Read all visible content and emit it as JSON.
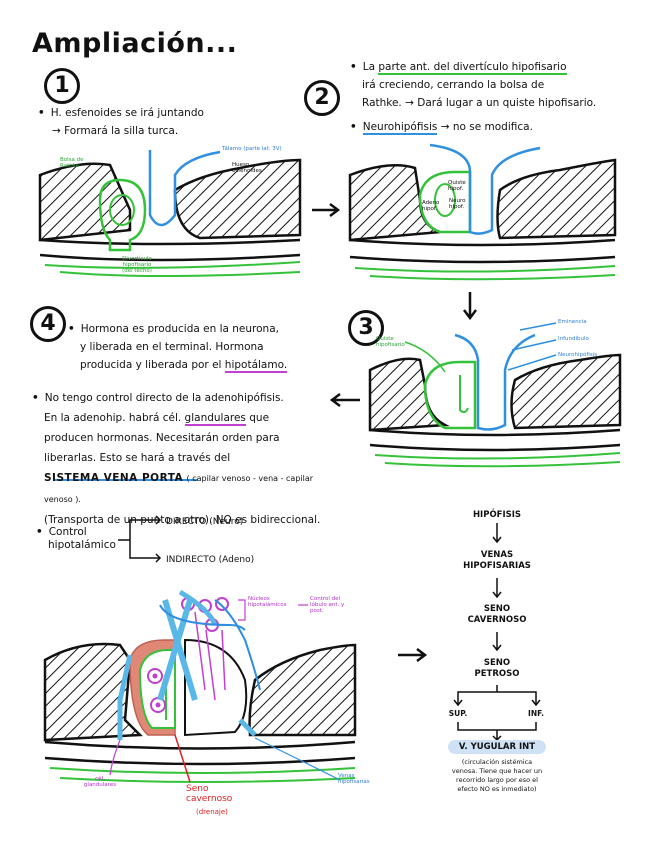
{
  "title": "Ampliación...",
  "step1": {
    "number": "1",
    "line1": "H. esfenoides se irá juntando",
    "line2": "→ Formará la silla turca.",
    "labels": {
      "tallo": "Tálamo (parte lat. 3V)",
      "hueso": "Hueso esfenoides",
      "bolsa": "Bolsa de Rathke",
      "diverticulo": "Divertículo hipofisario (del techo)"
    }
  },
  "step2": {
    "number": "2",
    "line1a": "La",
    "line1b": "parte ant. del divertículo hipofisario",
    "line2": "irá creciendo, cerrando la bolsa de",
    "line3": "Rathke. → Dará lugar a un quiste hipofisario.",
    "line4a": "Neurohipófisis",
    "line4b": "→ no se modifica.",
    "labels": {
      "quiste": "Quiste hipof.",
      "adeno": "Adeno hipof.",
      "neuro": "Neuro hipof."
    }
  },
  "step3": {
    "number": "3",
    "labels": {
      "quiste": "Quiste hipofisario",
      "eminencia": "Eminencia",
      "infundibulo": "Infundíbulo",
      "neurohipofisis": "Neurohipófisis"
    }
  },
  "step4": {
    "number": "4",
    "line1": "Hormona es producida en la neurona,",
    "line2": "y liberada en el terminal. Hormona",
    "line3a": "producida y liberada por el",
    "line3b": "hipotálamo."
  },
  "adeno": {
    "line1": "No tengo control directo de la adenohipófisis.",
    "line2a": "En la adenohip. habrá cél.",
    "line2b": "glandulares",
    "line2c": "que",
    "line3": "producen hormonas. Necesitarán orden para",
    "line4": "liberarlas. Esto se hará a través del",
    "line5a": "SISTEMA VENA PORTA",
    "line5b": "( capilar venoso - vena - capilar venoso ).",
    "line6": "(Transporta de un punto a otro). NO es bidireccional."
  },
  "control": {
    "label1": "Control",
    "label2": "hipotalámico",
    "directo": "DIRECTO (Neuro)",
    "indirecto": "INDIRECTO (Adeno)"
  },
  "bottom_diagram": {
    "nucleos": "Núcleos hipotalámicos",
    "control": "Control del lóbulo ant. y post.",
    "cel_glandulares": "cél. glandulares",
    "seno": "Seno cavernoso",
    "drenaje": "(drenaje)",
    "venas": "Venas hipofisarias"
  },
  "flowchart": {
    "hipofisis": "HIPÓFISIS",
    "venas1": "VENAS",
    "venas2": "HIPOFISARIAS",
    "seno1": "SENO",
    "seno2": "CAVERNOSO",
    "petroso1": "SENO",
    "petroso2": "PETROSO",
    "sup": "SUP.",
    "inf": "INF.",
    "yugular": "V. YUGULAR INT",
    "note1": "(circulación sistémica",
    "note2": "venosa. Tiene que hacer un",
    "note3": "recorrido largo por eso el",
    "note4": "efecto NO es inmediato)"
  },
  "colors": {
    "green": "#34c23a",
    "blue": "#2f8fe0",
    "purple": "#c040d0",
    "red": "#e02020",
    "pink": "#e08878"
  }
}
